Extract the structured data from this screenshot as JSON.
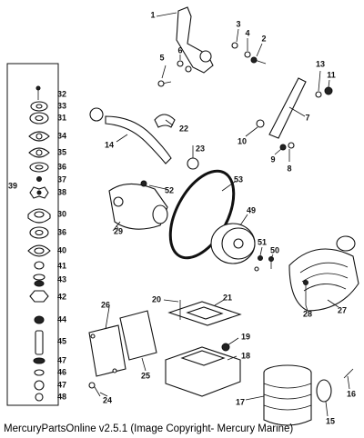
{
  "labels": {
    "l1": "1",
    "l2": "2",
    "l3": "3",
    "l4": "4",
    "l5": "5",
    "l6": "6",
    "l7": "7",
    "l8": "8",
    "l9": "9",
    "l10": "10",
    "l11": "11",
    "l13": "13",
    "l14": "14",
    "l15": "15",
    "l16": "16",
    "l17": "17",
    "l18": "18",
    "l19": "19",
    "l20": "20",
    "l21": "21",
    "l22": "22",
    "l23": "23",
    "l24": "24",
    "l25": "25",
    "l26": "26",
    "l27": "27",
    "l28": "28",
    "l29": "29",
    "l49": "49",
    "l50": "50",
    "l51": "51",
    "l52": "52",
    "l53": "53",
    "c32": "32",
    "c33": "33",
    "c31": "31",
    "c34": "34",
    "c35": "35",
    "c36a": "36",
    "c37": "37",
    "c38": "38",
    "c39": "39",
    "c30": "30",
    "c36b": "36",
    "c40": "40",
    "c41": "41",
    "c43": "43",
    "c42": "42",
    "c44": "44",
    "c45": "45",
    "c47": "47",
    "c46": "46",
    "c48": "48"
  },
  "footer": "MercuryPartsOnline v2.5.1 (Image Copyright- Mercury Marine)"
}
